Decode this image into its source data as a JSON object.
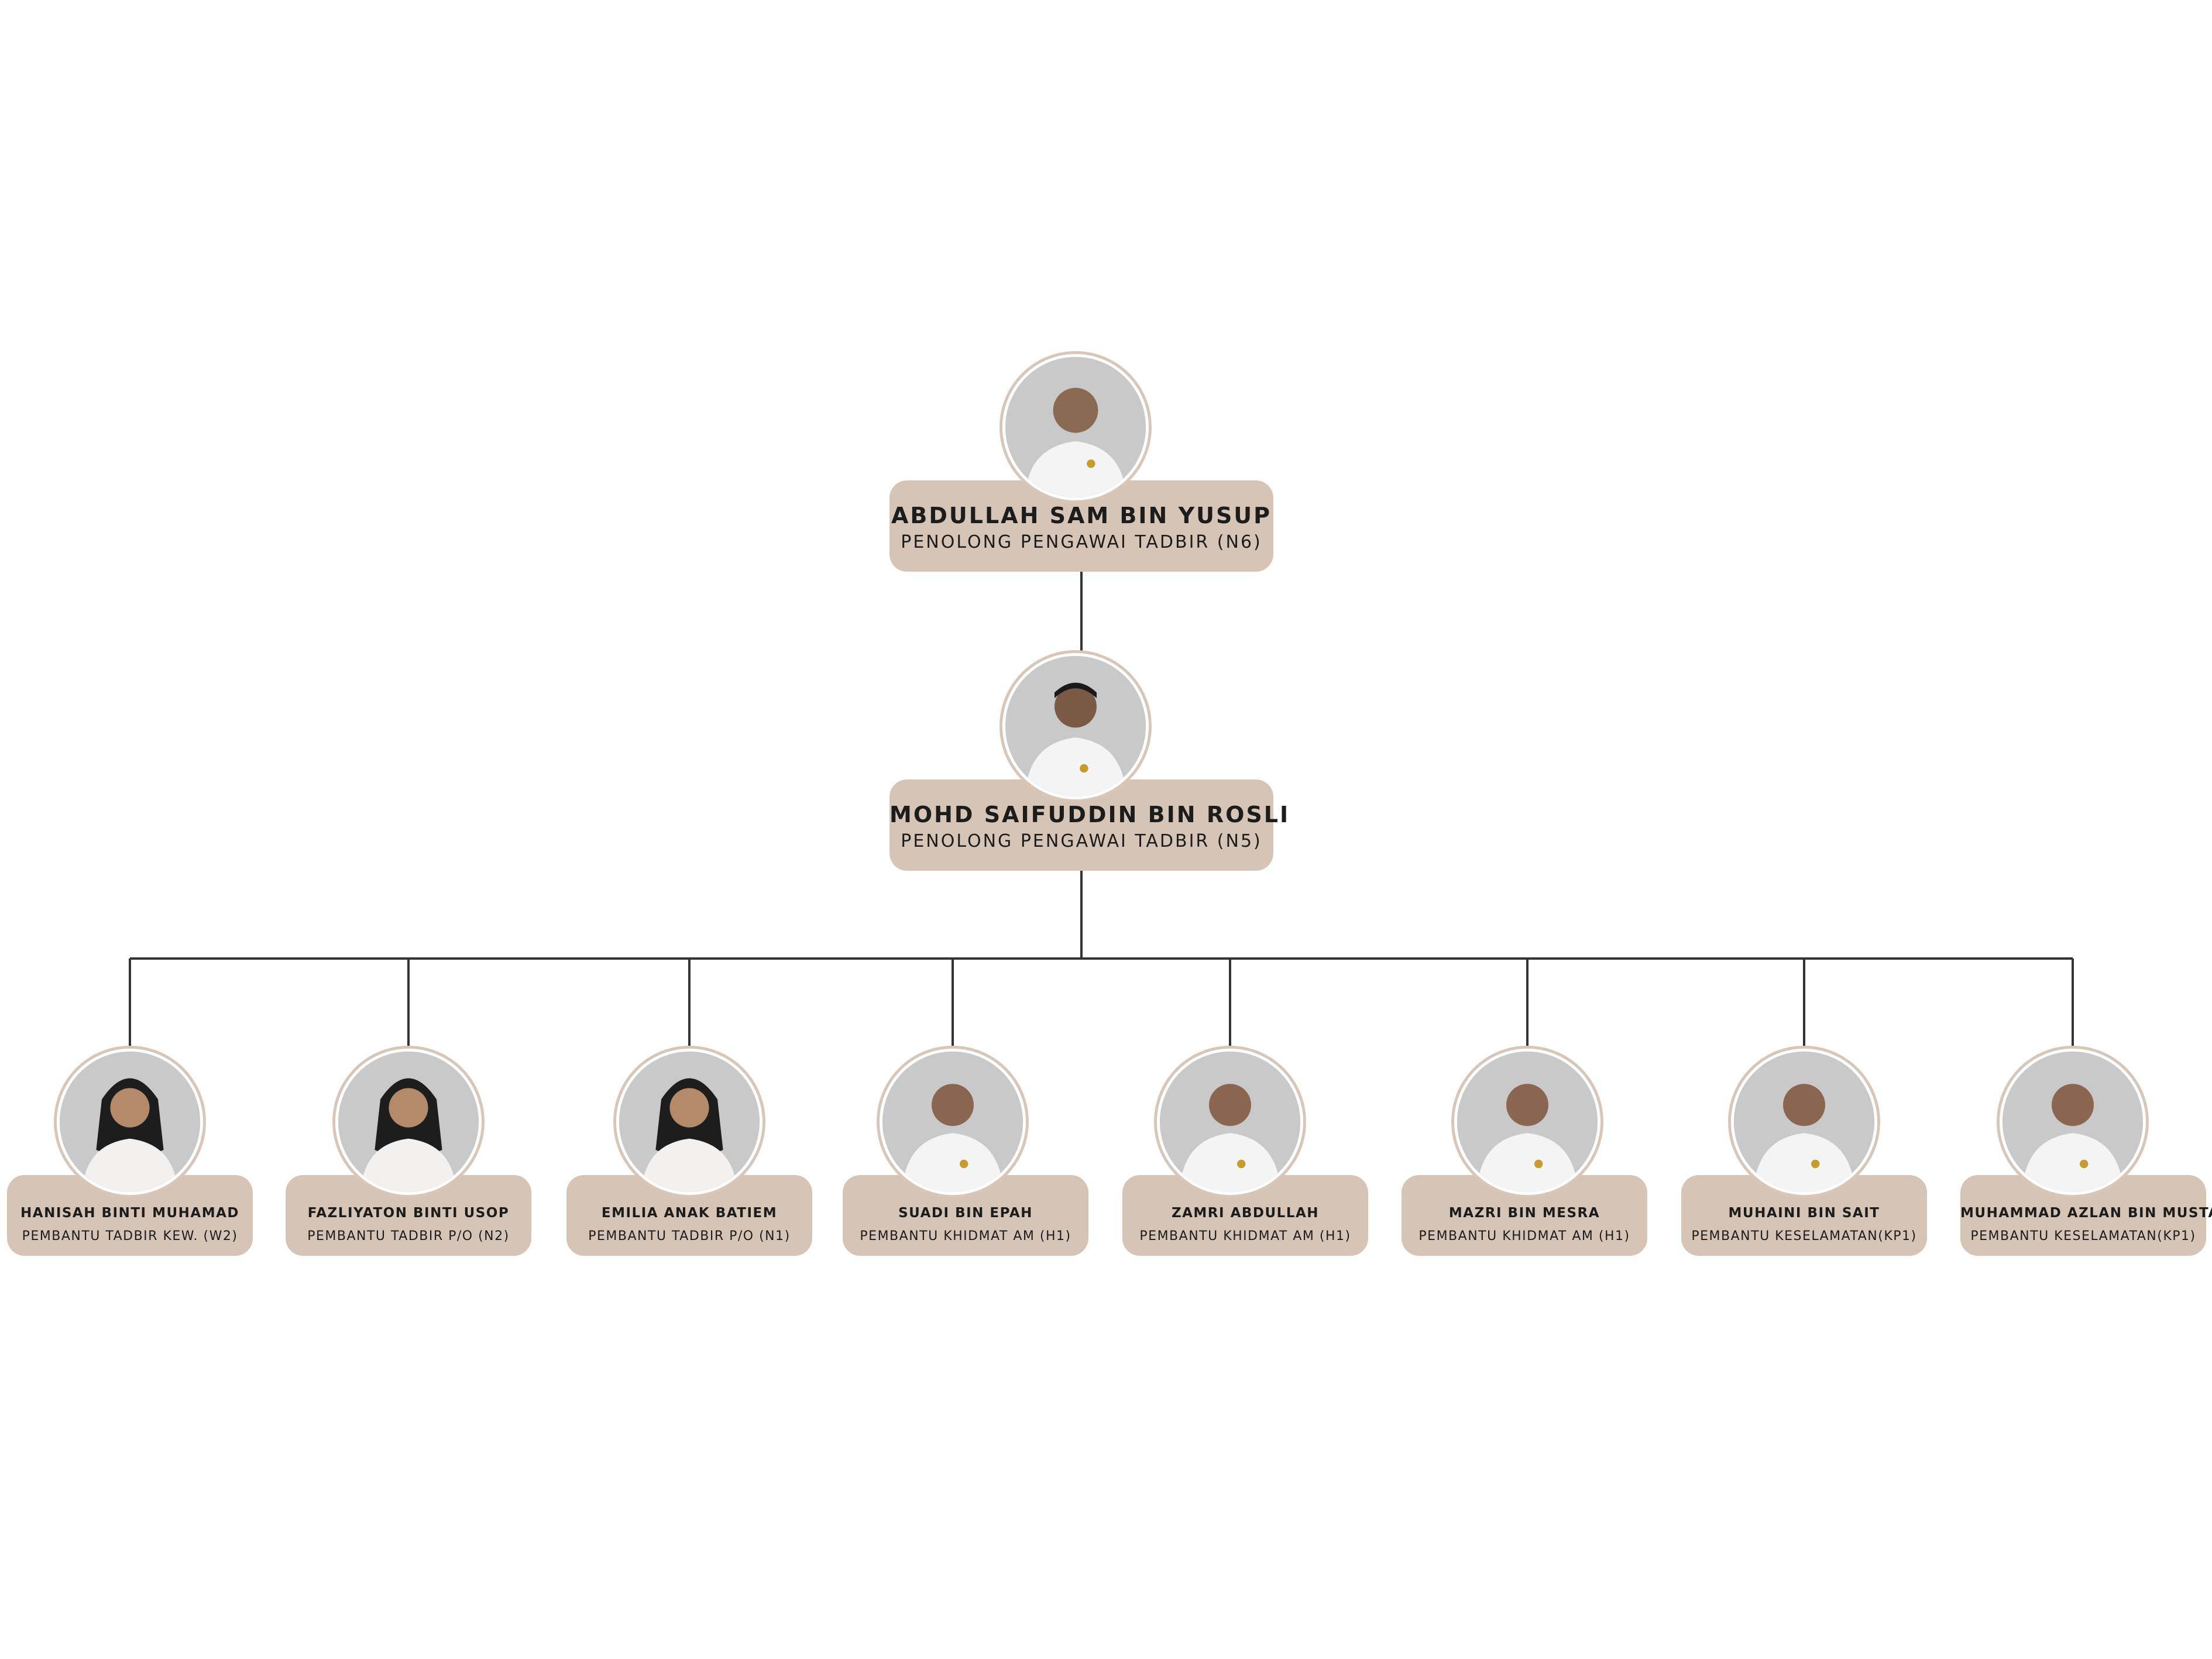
{
  "supervisors": [
    {
      "name": "ABDULLAH SAM BIN YUSUP",
      "role": "PENOLONG PENGAWAI TADBIR (N6)",
      "avatar_icon": "person-photo-icon"
    },
    {
      "name": "MOHD SAIFUDDIN BIN ROSLI",
      "role": "PENOLONG PENGAWAI TADBIR (N5)",
      "avatar_icon": "person-photo-icon"
    }
  ],
  "staff": [
    {
      "name": "HANISAH BINTI MUHAMAD",
      "role": "PEMBANTU TADBIR KEW. (W2)"
    },
    {
      "name": "FAZLIYATON BINTI USOP",
      "role": "PEMBANTU TADBIR P/O (N2)"
    },
    {
      "name": "EMILIA ANAK BATIEM",
      "role": "PEMBANTU TADBIR P/O (N1)"
    },
    {
      "name": "SUADI BIN EPAH",
      "role": "PEMBANTU KHIDMAT AM (H1)"
    },
    {
      "name": "ZAMRI ABDULLAH",
      "role": "PEMBANTU KHIDMAT AM (H1)"
    },
    {
      "name": "MAZRI BIN MESRA",
      "role": "PEMBANTU KHIDMAT AM (H1)"
    },
    {
      "name": "MUHAINI BIN SAIT",
      "role": "PEMBANTU KESELAMATAN(KP1)"
    },
    {
      "name": "MUHAMMAD AZLAN BIN MUSTAFA",
      "role": "PEMBANTU KESELAMATAN(KP1)"
    }
  ],
  "colors": {
    "card_background": "#d6c5b6",
    "connector_line": "#333333",
    "avatar_background": "#c9c9c9"
  }
}
